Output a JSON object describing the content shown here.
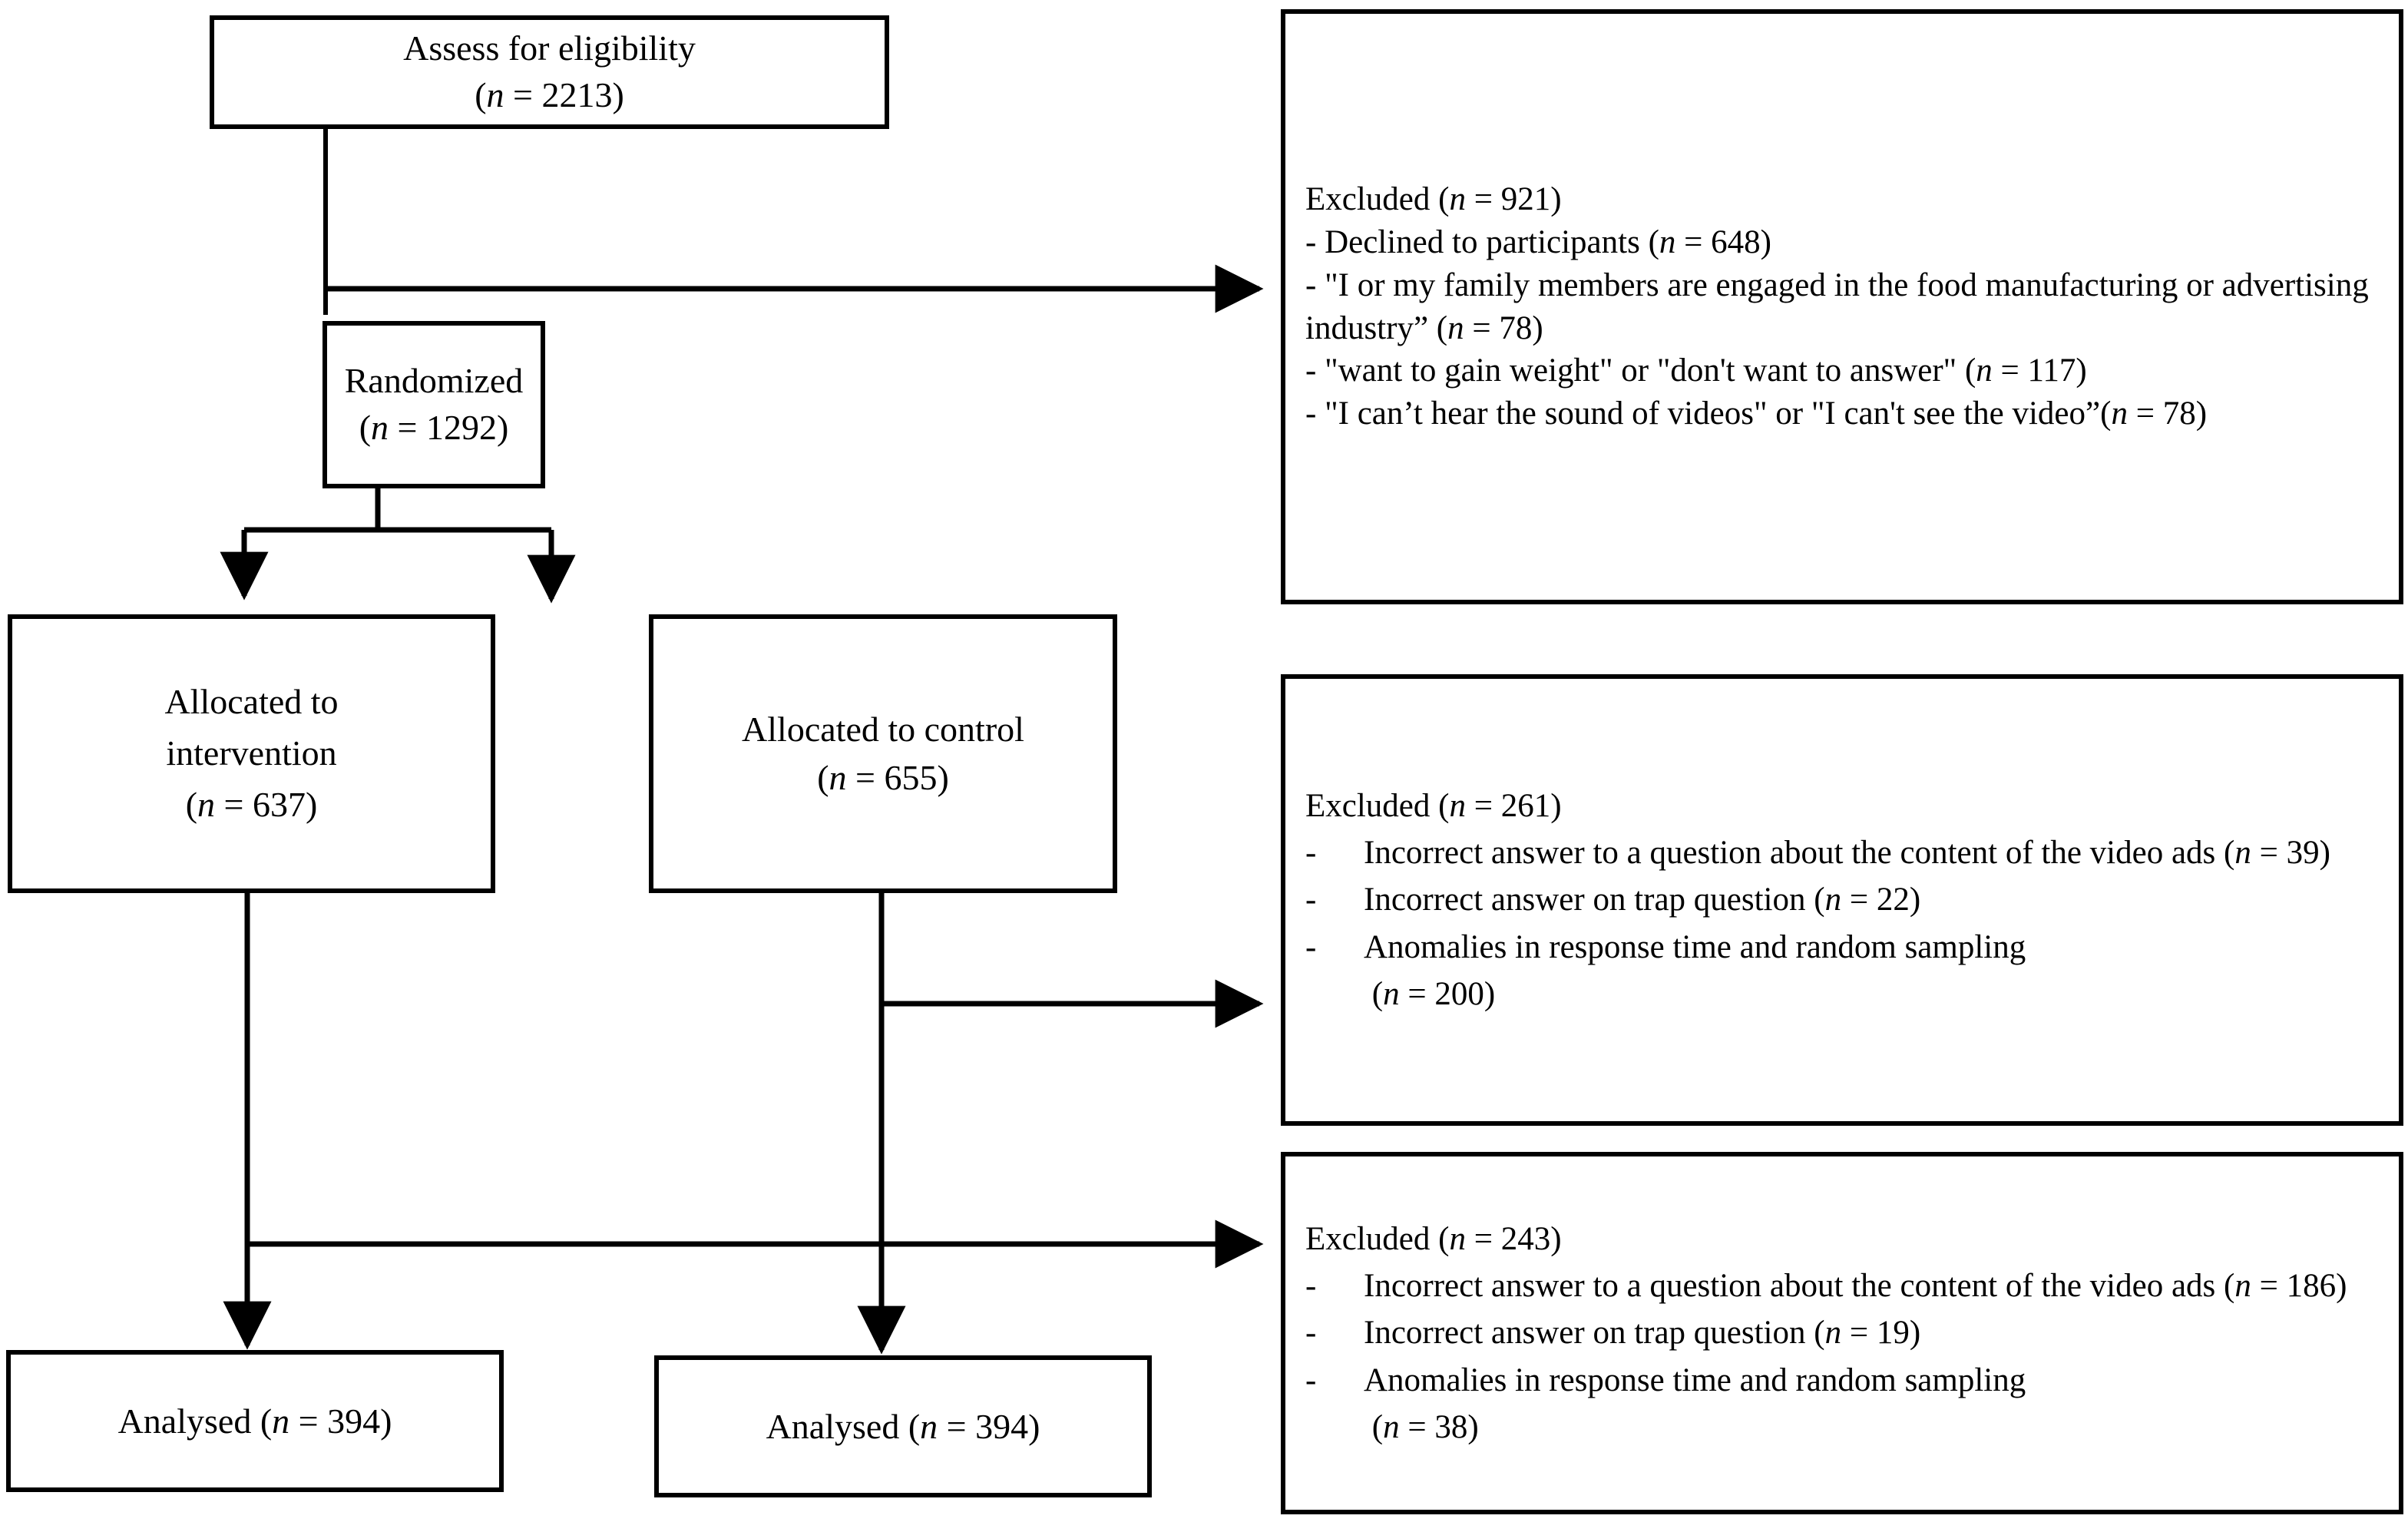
{
  "diagram": {
    "type": "consort-flow-diagram",
    "nodes": {
      "eligibility": {
        "line1": "Assess for eligibility",
        "line2": "(n = 2213)",
        "n": 2213
      },
      "randomized": {
        "line1": "Randomized",
        "line2": "(n = 1292)",
        "n": 1292
      },
      "allocated_intervention": {
        "line1": "Allocated to",
        "line2": "intervention",
        "line3": "(n = 637)",
        "n": 637
      },
      "allocated_control": {
        "line1": "Allocated to control",
        "line2": "(n = 655)",
        "n": 655
      },
      "analysed_intervention": {
        "line1": "Analysed (n = 394)",
        "n": 394
      },
      "analysed_control": {
        "line1": "Analysed (n = 394)",
        "n": 394
      }
    },
    "excluded_screening": {
      "heading": "Excluded (n = 921)",
      "n": 921,
      "items": [
        {
          "line1": "- Declined to participants (n = 648)",
          "n": 648
        },
        {
          "line1": "- \"I or my family members are engaged in the food",
          "line2": "manufacturing or advertising industry” (n = 78)",
          "n": 78
        },
        {
          "line1": "- \"want to gain weight\" or \"don't want to answer\"",
          "line2": "(n = 117)",
          "n": 117
        },
        {
          "line1": "- \"I can’t hear the sound of videos\" or \"I can't see the",
          "line2": "video”(n = 78)",
          "n": 78
        }
      ]
    },
    "excluded_control": {
      "heading": "Excluded (n = 261)",
      "n": 261,
      "items": [
        {
          "dash": "-",
          "line1": "Incorrect answer to a question about the content of the",
          "line2": "video ads (n = 39)",
          "n": 39
        },
        {
          "dash": "-",
          "line1": "Incorrect answer on trap question (n = 22)",
          "n": 22
        },
        {
          "dash": "-",
          "line1": "Anomalies in response time and random sampling",
          "line2": " (n = 200)",
          "n": 200
        }
      ]
    },
    "excluded_intervention": {
      "heading": "Excluded (n = 243)",
      "n": 243,
      "items": [
        {
          "dash": "-",
          "line1": "Incorrect answer to a question about the content of the",
          "line2": "video ads (n = 186)",
          "n": 186
        },
        {
          "dash": "-",
          "line1": "Incorrect answer on trap question (n = 19)",
          "n": 19
        },
        {
          "dash": "-",
          "line1": "Anomalies in response time and random sampling",
          "line2": " (n = 38)",
          "n": 38
        }
      ]
    },
    "colors": {
      "stroke": "#000000",
      "background": "#ffffff",
      "text": "#000000"
    }
  }
}
